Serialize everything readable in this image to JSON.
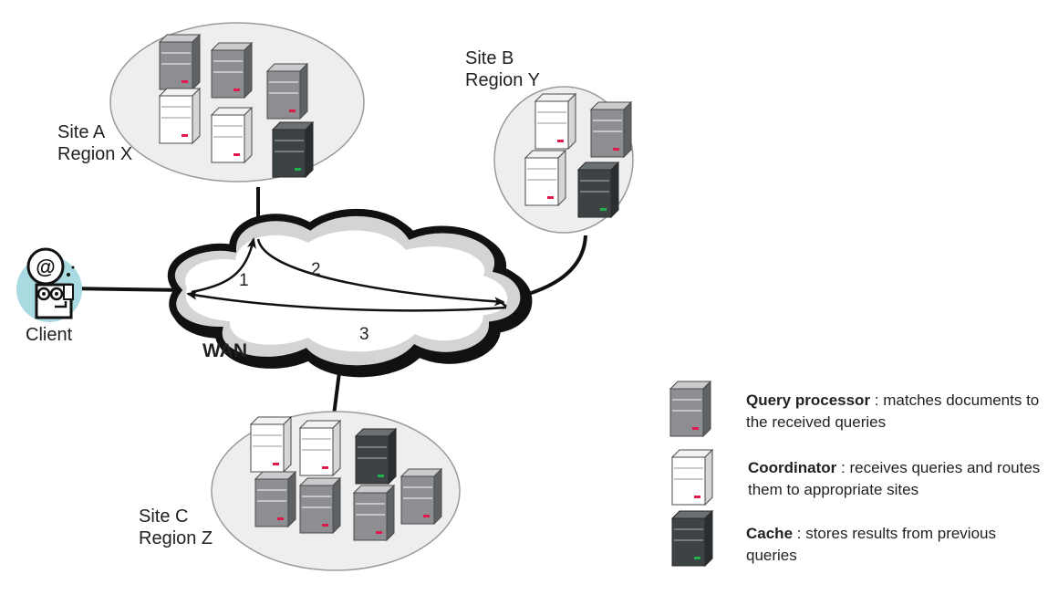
{
  "sites": [
    {
      "name": "Site A",
      "region": "Region X"
    },
    {
      "name": "Site B",
      "region": "Region Y"
    },
    {
      "name": "Site C",
      "region": "Region Z"
    }
  ],
  "client_label": "Client",
  "wan_label": "WAN",
  "steps": [
    "1",
    "2",
    "3"
  ],
  "legend": [
    {
      "term": "Query processor",
      "desc": " : matches documents to the received queries",
      "icon": "query-processor-server-icon"
    },
    {
      "term": "Coordinator",
      "desc": " : receives queries and routes them to appropriate sites",
      "icon": "coordinator-server-icon"
    },
    {
      "term": "Cache",
      "desc": " : stores results from previous queries",
      "icon": "cache-server-icon"
    }
  ],
  "colors": {
    "query_processor": "#8c8e91",
    "coordinator": "#ffffff",
    "cache": "#3d4244",
    "site_fill": "#eeeeef",
    "red_led": "#e0194d",
    "green_led": "#1fb04b",
    "client_accent": "#a9d9e1"
  }
}
